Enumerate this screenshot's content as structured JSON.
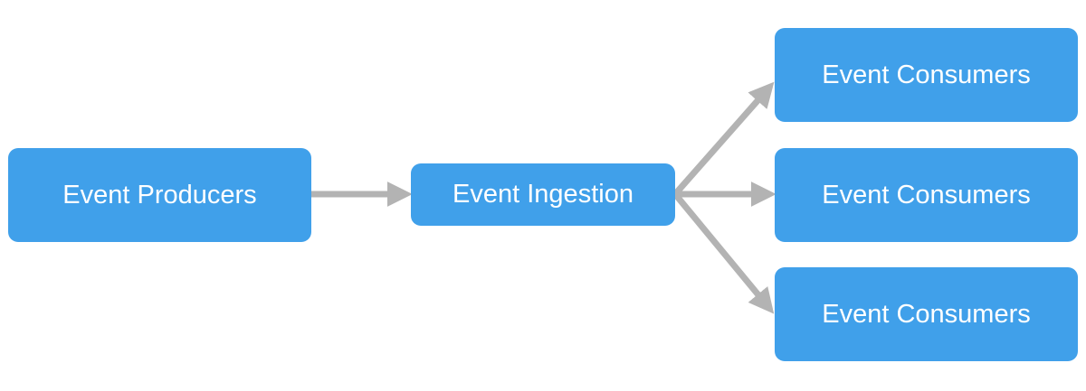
{
  "diagram": {
    "colors": {
      "node_fill": "#40a0ea",
      "node_text": "#ffffff",
      "arrow": "#b3b3b3",
      "background": "#ffffff"
    },
    "nodes": {
      "producers": "Event Producers",
      "ingestion": "Event Ingestion",
      "consumers": [
        "Event Consumers",
        "Event Consumers",
        "Event Consumers"
      ]
    },
    "edges": [
      {
        "from": "Event Producers",
        "to": "Event Ingestion"
      },
      {
        "from": "Event Ingestion",
        "to": "Event Consumers"
      },
      {
        "from": "Event Ingestion",
        "to": "Event Consumers"
      },
      {
        "from": "Event Ingestion",
        "to": "Event Consumers"
      }
    ]
  }
}
